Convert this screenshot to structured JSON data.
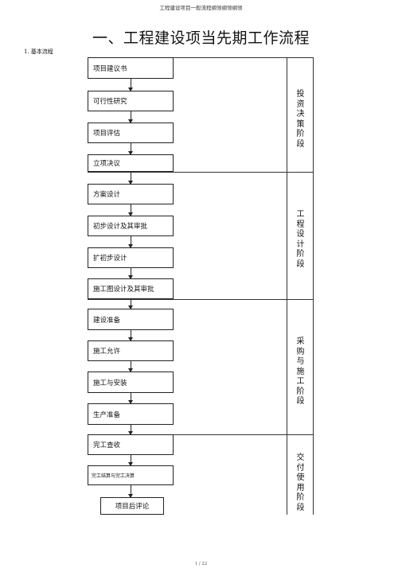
{
  "header": "工程建设项目一般流程纲领纲领纲领",
  "title": "一、工程建设项当先期工作流程",
  "subtitle": "1. 基本流程",
  "steps": [
    "项目建议书",
    "可行性研究",
    "项目评估",
    "立项决议",
    "方案设计",
    "初步设计及其审批",
    "扩初步设计",
    "施工图设计及其审批",
    "建设准备",
    "施工允许",
    "施工与安装",
    "生产准备",
    "完工查收",
    "完工结算与完工决算",
    "项目后评论"
  ],
  "stages": [
    "投资决策阶段",
    "工程设计阶段",
    "采购与施工阶段",
    "交付使用阶段"
  ],
  "footer": "1 / 22"
}
